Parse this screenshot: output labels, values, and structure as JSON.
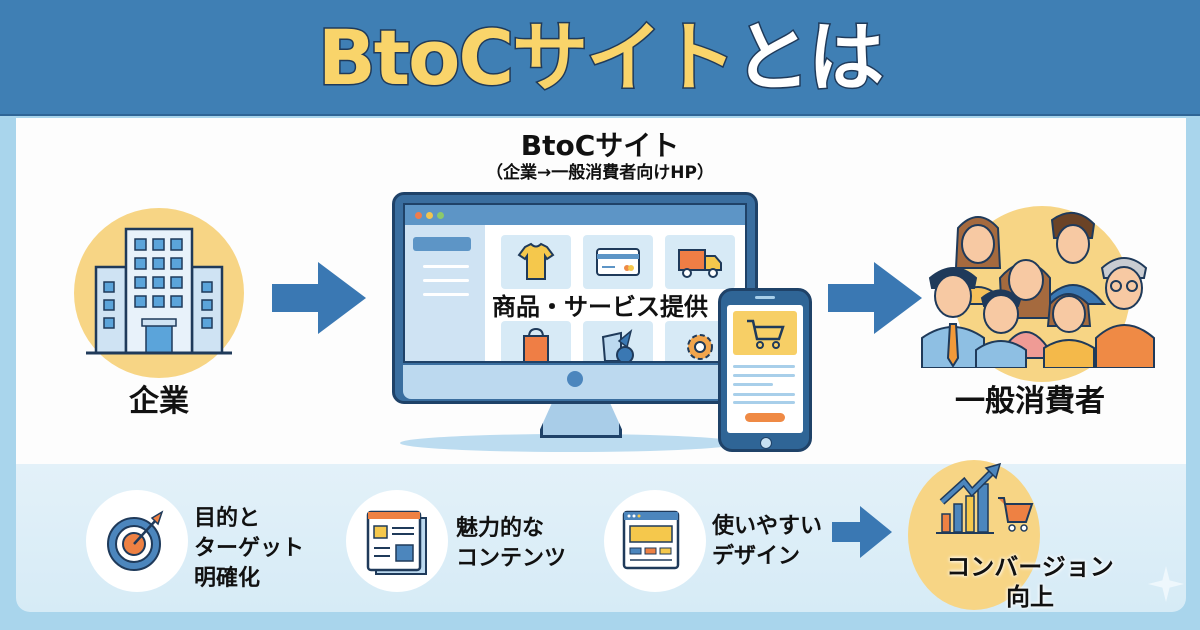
{
  "header": {
    "title_part1": "BtoCサイト",
    "title_part2": "とは",
    "background_color": "#3f7fb4",
    "title_highlight_color": "#f9d46a"
  },
  "diagram": {
    "company": {
      "label": "企業",
      "icon": "office-building-icon"
    },
    "site": {
      "title": "BtoCサイト",
      "subtitle": "（企業→一般消費者向けHP）",
      "screen_caption": "商品・サービス提供",
      "product_icons": [
        "t-shirt-icon",
        "credit-card-icon",
        "delivery-truck-icon",
        "shopping-bag-icon",
        "digital-content-icon",
        "gear-icon"
      ],
      "mobile_icon": "shopping-cart-icon"
    },
    "consumers": {
      "label": "一般消費者",
      "icon": "people-group-icon"
    },
    "arrow_color": "#3a78b3",
    "accent_yellow": "#f7d070",
    "accent_orange": "#ee8143"
  },
  "factors": [
    {
      "label_lines": [
        "目的と",
        "ターゲット",
        "明確化"
      ],
      "icon": "target-arrow-icon"
    },
    {
      "label_lines": [
        "魅力的な",
        "コンテンツ"
      ],
      "icon": "article-layout-icon"
    },
    {
      "label_lines": [
        "使いやすい",
        "デザイン"
      ],
      "icon": "web-layout-icon"
    }
  ],
  "result": {
    "label_lines": [
      "コンバージョン",
      "向上"
    ],
    "icon": "growth-chart-cart-icon"
  }
}
